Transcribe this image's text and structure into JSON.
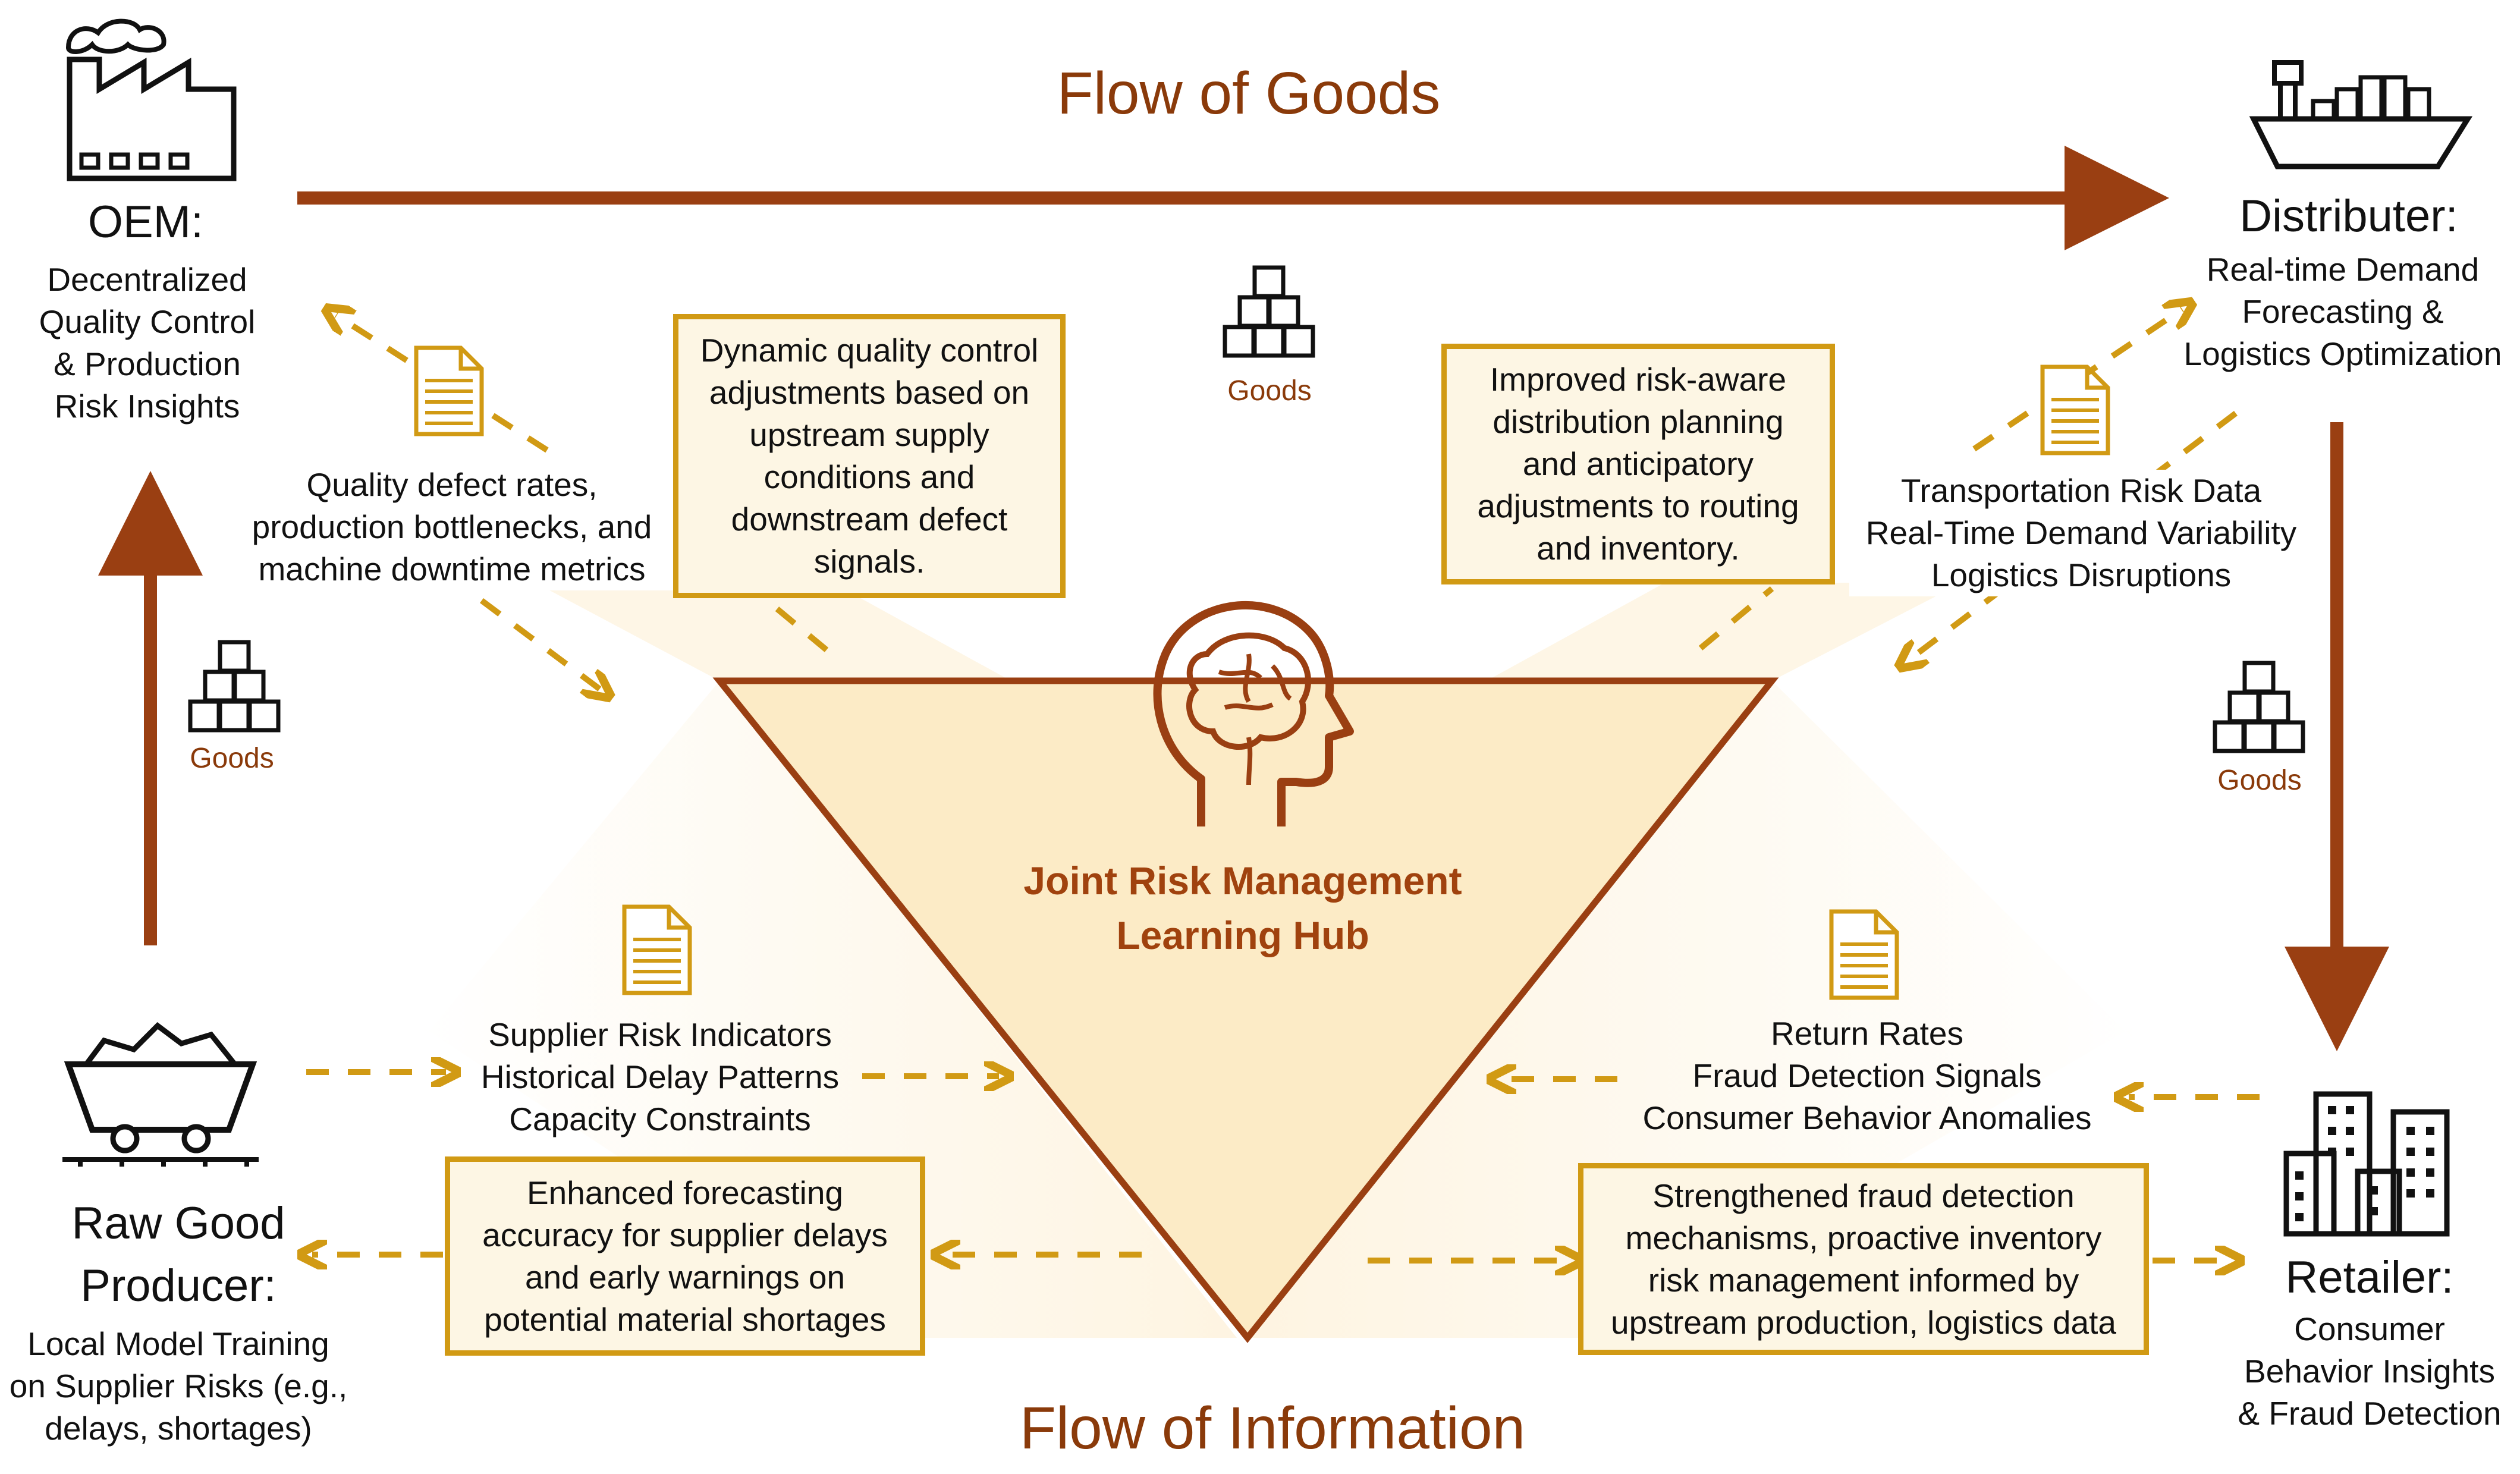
{
  "titles": {
    "goods_flow": "Flow of Goods",
    "info_flow": "Flow of Information"
  },
  "hub": {
    "label": "Joint Risk Management\nLearning Hub"
  },
  "actors": {
    "oem": {
      "title": "OEM:",
      "desc": "Decentralized\nQuality Control\n& Production\nRisk Insights"
    },
    "distributor": {
      "title": "Distributer:",
      "desc": "Real-time Demand\nForecasting &\nLogistics Optimization"
    },
    "raw": {
      "title": "Raw Good\nProducer:",
      "desc": "Local Model Training\non Supplier Risks (e.g.,\ndelays, shortages)"
    },
    "retailer": {
      "title": "Retailer:",
      "desc": "Consumer\nBehavior Insights\n& Fraud Detection"
    }
  },
  "goods_labels": {
    "left": "Goods",
    "top": "Goods",
    "right": "Goods"
  },
  "data_labels": {
    "oem_data": "Quality defect rates,\nproduction bottlenecks, and\nmachine downtime metrics",
    "dist_data": "Transportation Risk Data\nReal-Time Demand Variability\nLogistics Disruptions",
    "raw_data": "Supplier Risk Indicators\nHistorical Delay Patterns\nCapacity Constraints",
    "retail_data": "Return Rates\nFraud Detection Signals\nConsumer Behavior Anomalies"
  },
  "feedback_boxes": {
    "oem": "Dynamic quality control\nadjustments based on\nupstream supply\nconditions and\ndownstream defect\nsignals.",
    "dist": "Improved risk-aware\ndistribution planning\nand anticipatory\nadjustments to routing\nand inventory.",
    "raw": "Enhanced forecasting\naccuracy for supplier delays\nand early warnings on\npotential material shortages",
    "retail": "Strengthened fraud detection\nmechanisms, proactive inventory\nrisk management informed by\nupstream production, logistics data"
  },
  "icons": {
    "factory": "factory-icon",
    "ship": "cargo-ship-icon",
    "mine_cart": "mine-cart-icon",
    "buildings": "city-buildings-icon",
    "brain_head": "brain-head-icon",
    "document": "document-icon",
    "boxes": "boxes-icon"
  },
  "colors": {
    "goods_arrow": "#9a3f12",
    "info_arrow": "#d19a14",
    "box_border": "#d19a14",
    "hub_fill": "#fcebc6",
    "hub_text": "#a0420e"
  }
}
